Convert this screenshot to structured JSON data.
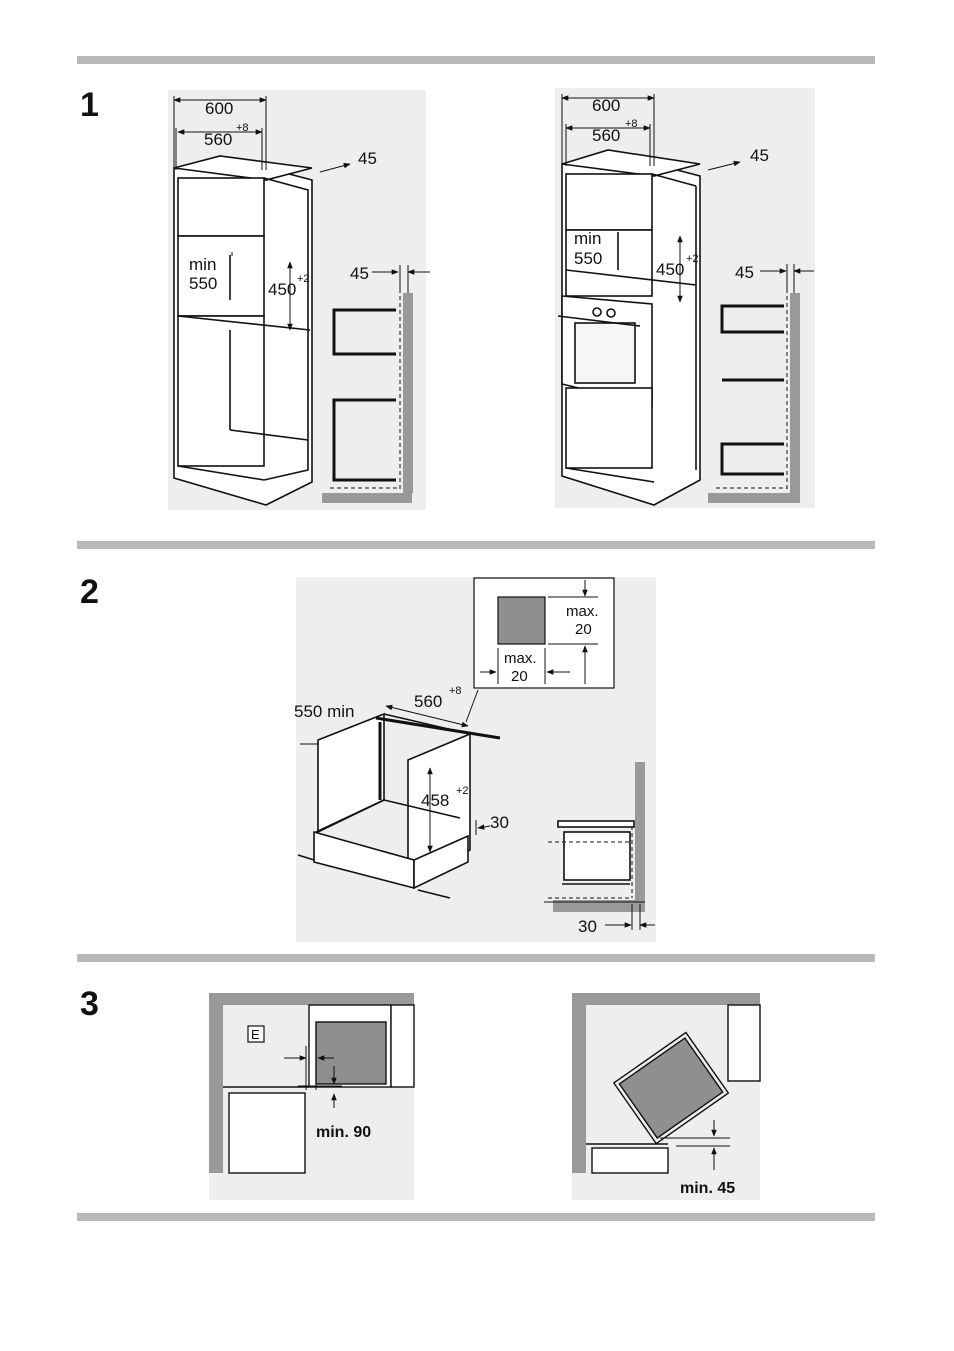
{
  "sections": [
    {
      "number": "1"
    },
    {
      "number": "2"
    },
    {
      "number": "3"
    }
  ],
  "fig1": {
    "left": {
      "w_outer": "600",
      "w_inner": "560",
      "w_tol": "+8",
      "depth": "45",
      "min_label": "min",
      "min_value": "550",
      "h": "450",
      "h_tol": "+2",
      "side_gap": "45"
    },
    "right": {
      "w_outer": "600",
      "w_inner": "560",
      "w_tol": "+8",
      "depth": "45",
      "min_label": "min",
      "min_value": "550",
      "h": "450",
      "h_tol": "+2",
      "side_gap": "45"
    }
  },
  "fig2": {
    "depth_min": "550 min",
    "width": "560",
    "width_tol": "+8",
    "height": "458",
    "height_tol": "+2",
    "gap_right": "30",
    "inset_max_label": "max.",
    "inset_max_value_v": "20",
    "inset_max_value_h": "20",
    "side_gap": "30"
  },
  "fig3": {
    "marker": "E",
    "left_clearance": "min. 90",
    "right_clearance": "min. 45"
  },
  "colors": {
    "bar": "#b9b9b9",
    "panel": "#eeeeee",
    "wall": "#999999",
    "appliance": "#8f8f8f"
  }
}
